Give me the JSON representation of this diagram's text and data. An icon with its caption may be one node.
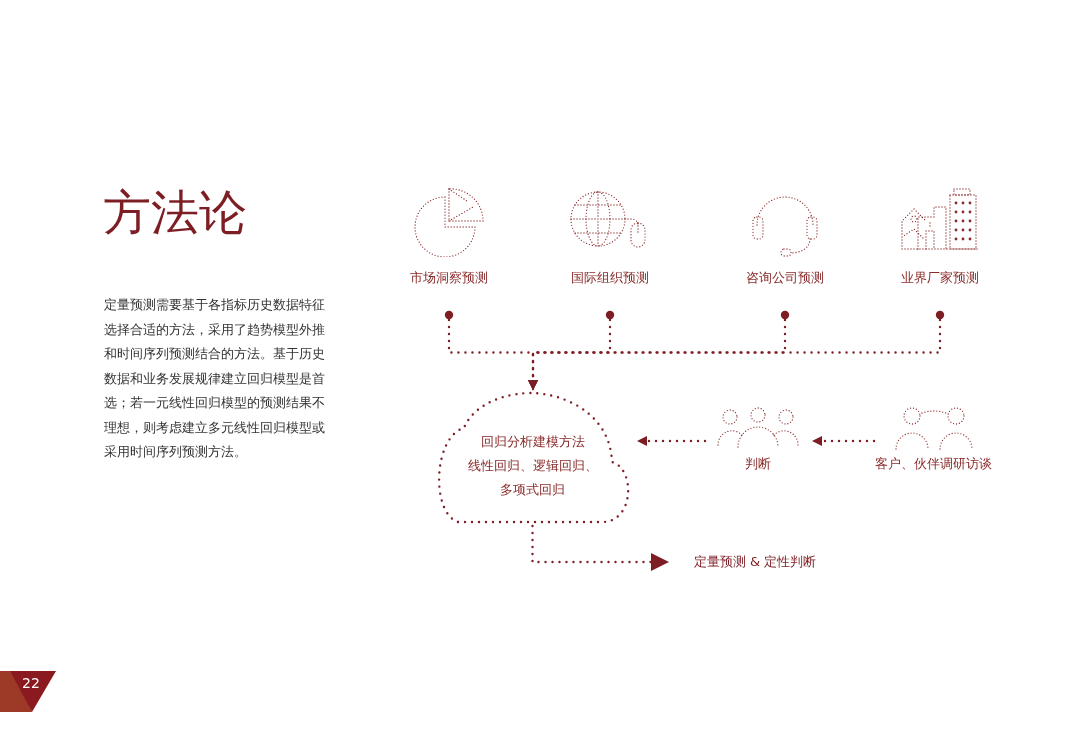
{
  "diagram": {
    "title": "方法论",
    "nodes": [
      {
        "text": [
          "市场洞察预测"
        ]
      },
      {
        "text": [
          "国际组织预测"
        ]
      },
      {
        "text": [
          "咨询公司预测"
        ]
      },
      {
        "text": [
          "业界厂家预测"
        ]
      },
      {
        "text": [
          "回归分析建模方法",
          "线性回归、逻辑回归、多项式回归"
        ]
      },
      {
        "text": [
          "判断"
        ]
      },
      {
        "text": [
          "客户、伙伴调研访谈"
        ]
      },
      {
        "text": [
          "定量预测 & 定性判断"
        ]
      }
    ],
    "edges": [
      {
        "from": 0,
        "to": 4,
        "arrow": "to",
        "style": "dashed"
      },
      {
        "from": 1,
        "to": 4,
        "arrow": "to",
        "style": "dashed"
      },
      {
        "from": 2,
        "to": 4,
        "arrow": "to",
        "style": "dashed"
      },
      {
        "from": 3,
        "to": 4,
        "arrow": "to",
        "style": "dashed"
      },
      {
        "from": 6,
        "to": 5,
        "arrow": "to",
        "style": "dashed"
      },
      {
        "from": 5,
        "to": 4,
        "arrow": "to",
        "style": "dashed"
      },
      {
        "from": 4,
        "to": 7,
        "arrow": "to",
        "style": "dashed"
      }
    ],
    "labels": [
      "定量预测需要基于各指标历史数据特征选择合适的方法，采用了趋势模型外推和时间序列预测结合的方法。基于历史数据和业务发展规律建立回归模型是首选；若一元线性回归模型的预测结果不理想，则考虑建立多元线性回归模型或采用时间序列预测方法。",
      "22"
    ]
  }
}
